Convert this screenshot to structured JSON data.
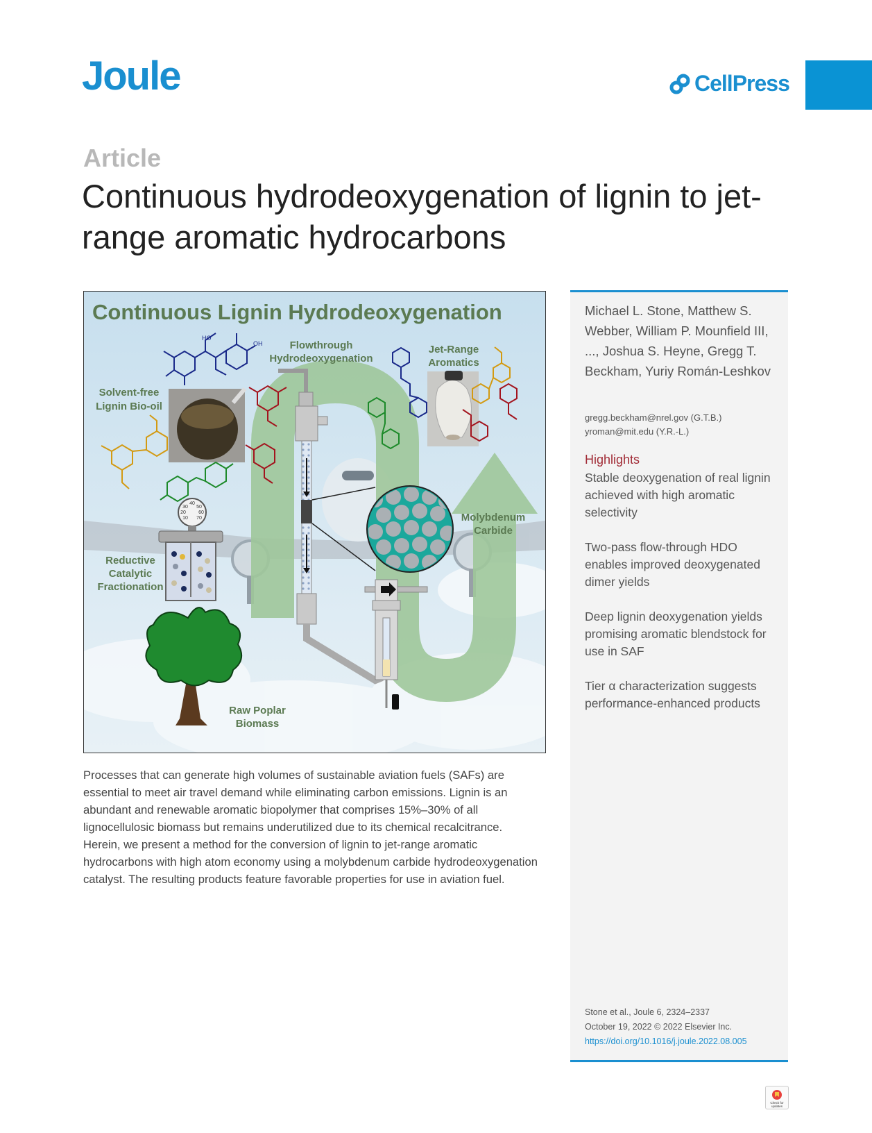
{
  "header": {
    "journal": "Joule",
    "publisher": "CellPress"
  },
  "article_label": "Article",
  "title": "Continuous hydrodeoxygenation of lignin to jet-range aromatic hydrocarbons",
  "graphical_abstract": {
    "title": "Continuous Lignin Hydrodeoxygenation",
    "labels": {
      "solvent_free": [
        "Solvent-free",
        "Lignin Bio-oil"
      ],
      "flowthrough": [
        "Flowthrough",
        "Hydrodeoxygenation"
      ],
      "jet_range": [
        "Jet-Range",
        "Aromatics"
      ],
      "molybdenum": [
        "Molybdenum",
        "Carbide"
      ],
      "reductive": [
        "Reductive",
        "Catalytic",
        "Fractionation"
      ],
      "raw_poplar": [
        "Raw Poplar",
        "Biomass"
      ]
    },
    "gauge_ticks": [
      "10",
      "20",
      "30",
      "40",
      "50",
      "60",
      "70"
    ],
    "atoms": [
      "OH",
      "HO"
    ],
    "colors": {
      "arrow_green": "#9fc79a",
      "sky": "#cfe3ee",
      "tree": "#1f8a2f",
      "catalyst_teal": "#1ba89c",
      "molecule_blue": "#1a2a8a",
      "molecule_red": "#a3141e",
      "molecule_gold": "#d39a12",
      "molecule_green": "#1d8a2a"
    }
  },
  "abstract": "Processes that can generate high volumes of sustainable aviation fuels (SAFs) are essential to meet air travel demand while eliminating carbon emissions. Lignin is an abundant and renewable aromatic biopolymer that comprises 15%–30% of all lignocellulosic biomass but remains underutilized due to its chemical recalcitrance. Herein, we present a method for the conversion of lignin to jet-range aromatic hydrocarbons with high atom economy using a molybdenum carbide hydrodeoxygenation catalyst. The resulting products feature favorable properties for use in aviation fuel.",
  "sidebar": {
    "authors": "Michael L. Stone, Matthew S. Webber, William P. Mounfield III, ..., Joshua S. Heyne, Gregg T. Beckham, Yuriy Román-Leshkov",
    "emails": [
      "gregg.beckham@nrel.gov (G.T.B.)",
      "yroman@mit.edu (Y.R.-L.)"
    ],
    "highlights_heading": "Highlights",
    "highlights": [
      "Stable deoxygenation of real lignin achieved with high aromatic selectivity",
      "Two-pass flow-through HDO enables improved deoxygenated dimer yields",
      "Deep lignin deoxygenation yields promising aromatic blendstock for use in SAF",
      "Tier α characterization suggests performance-enhanced products"
    ],
    "citation": "Stone et al., Joule 6, 2324–2337",
    "date": "October 19, 2022 © 2022 Elsevier Inc.",
    "doi": "https://doi.org/10.1016/j.joule.2022.08.005"
  },
  "badge": [
    "Check for",
    "updates"
  ],
  "brand_color": "#1a8fd0",
  "highlight_color": "#a12b36"
}
